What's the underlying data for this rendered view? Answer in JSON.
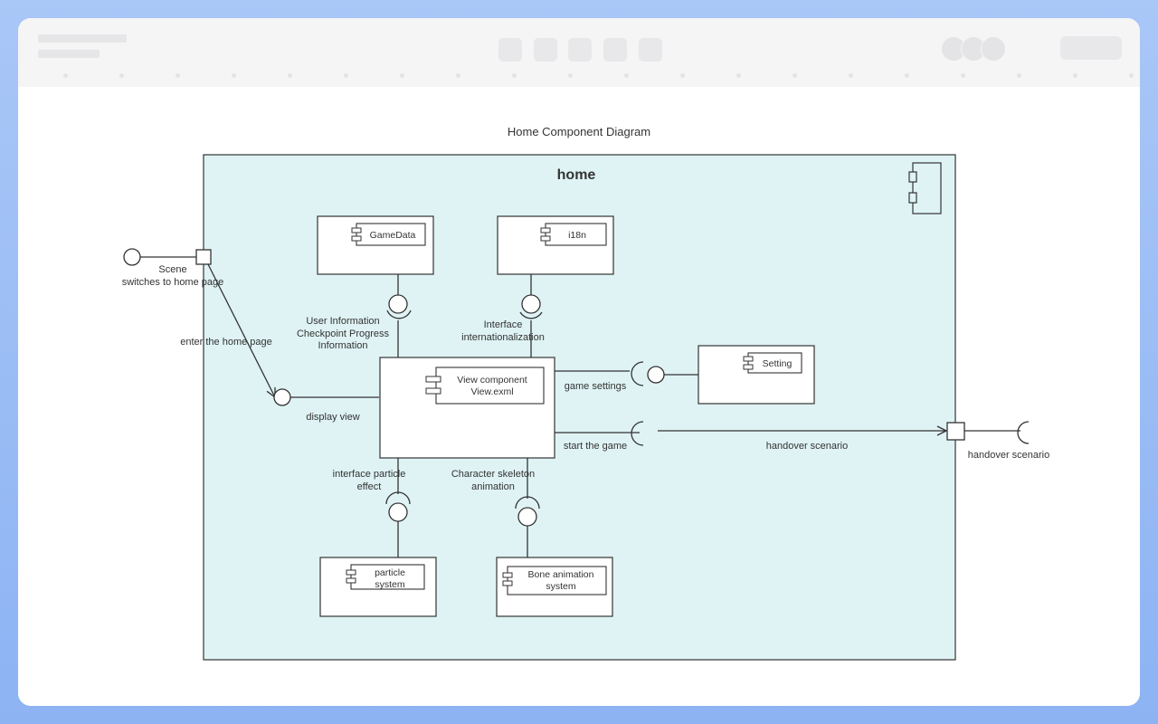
{
  "diagram": {
    "title": "Home Component Diagram",
    "package_name": "home",
    "components": {
      "gamedata": "GameData",
      "i18n": "i18n",
      "setting": "Setting",
      "view_line1": "View component",
      "view_line2": "View.exml",
      "particle_line1": "particle",
      "particle_line2": "system",
      "bone_line1": "Bone animation",
      "bone_line2": "system"
    },
    "labels": {
      "scene_line1": "Scene",
      "scene_line2": "switches to home page",
      "enter_home": "enter the home page",
      "display_view": "display view",
      "user_info_line1": "User Information",
      "user_info_line2": "Checkpoint Progress",
      "user_info_line3": "Information",
      "iface_intl_line1": "Interface",
      "iface_intl_line2": "internationalization",
      "game_settings": "game settings",
      "start_game": "start the game",
      "handover_inner": "handover scenario",
      "handover_outer": "handover scenario",
      "particle_effect_line1": "interface particle",
      "particle_effect_line2": "effect",
      "skeleton_line1": "Character skeleton",
      "skeleton_line2": "animation"
    },
    "colors": {
      "package_fill": "#dff3f4",
      "stroke": "#333333",
      "box_fill": "#ffffff"
    }
  }
}
